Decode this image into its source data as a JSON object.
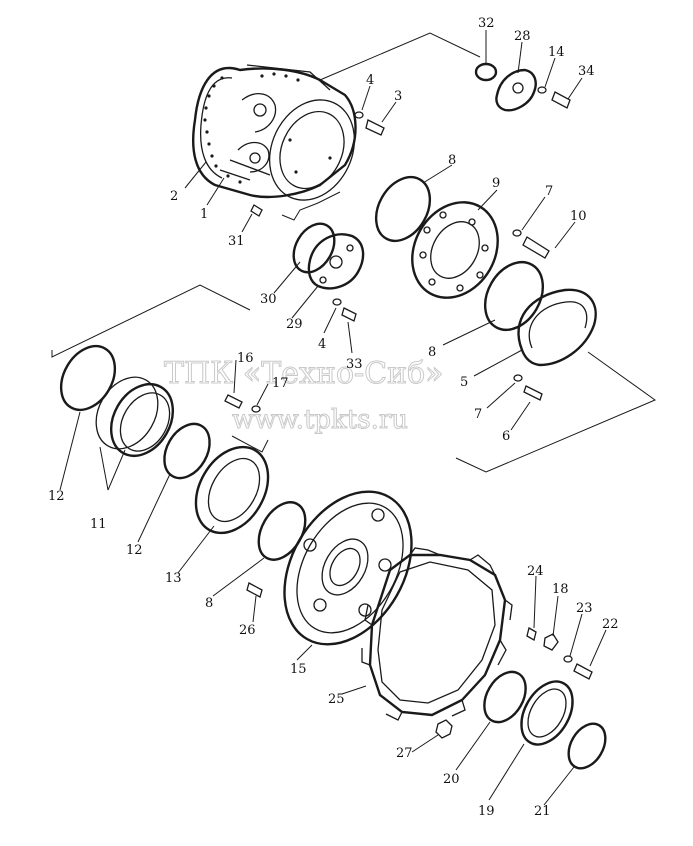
{
  "watermark": {
    "line1": "ТПК «Техно-Сиб»",
    "line2": "www.tpkts.ru"
  },
  "callouts": {
    "c32": "32",
    "c28": "28",
    "c14": "14",
    "c34": "34",
    "c4a": "4",
    "c3": "3",
    "c8a": "8",
    "c9": "9",
    "c7a": "7",
    "c10": "10",
    "c2": "2",
    "c1": "1",
    "c31": "31",
    "c30": "30",
    "c29": "29",
    "c4b": "4",
    "c33": "33",
    "c8b": "8",
    "c5": "5",
    "c16": "16",
    "c17": "17",
    "c7b": "7",
    "c6": "6",
    "c12a": "12",
    "c11": "11",
    "c12b": "12",
    "c13": "13",
    "c8c": "8",
    "c26": "26",
    "c15": "15",
    "c24": "24",
    "c18": "18",
    "c23": "23",
    "c22": "22",
    "c25": "25",
    "c27": "27",
    "c20": "20",
    "c19": "19",
    "c21": "21"
  }
}
